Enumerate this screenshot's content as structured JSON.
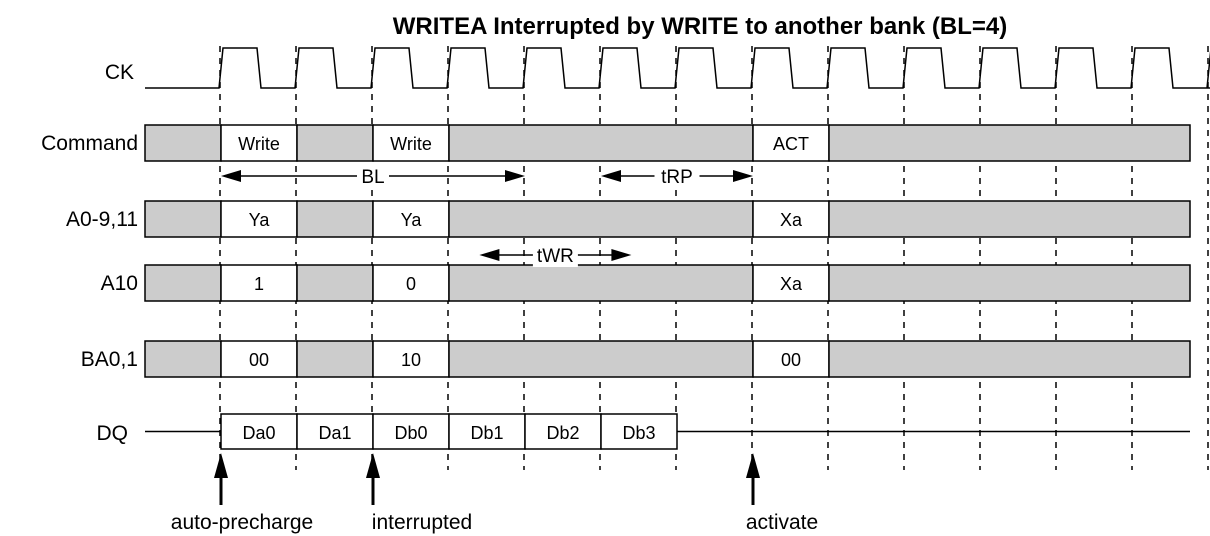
{
  "title": "WRITEA Interrupted by WRITE to another bank (BL=4)",
  "colors": {
    "fill": "#cccccc",
    "empty": "#ffffff",
    "ink": "#000000"
  },
  "clock": {
    "label": "CK",
    "rising_edges": 14
  },
  "signals": [
    {
      "id": "command",
      "label": "Command",
      "cells": [
        {
          "t0": 0,
          "t1": 1,
          "text": "",
          "fill": "gray"
        },
        {
          "t0": 1,
          "t1": 2,
          "text": "Write",
          "fill": "white"
        },
        {
          "t0": 2,
          "t1": 3,
          "text": "",
          "fill": "gray"
        },
        {
          "t0": 3,
          "t1": 4,
          "text": "Write",
          "fill": "white"
        },
        {
          "t0": 4,
          "t1": 8,
          "text": "",
          "fill": "gray"
        },
        {
          "t0": 8,
          "t1": 9,
          "text": "ACT",
          "fill": "white"
        },
        {
          "t0": 9,
          "t1": 14,
          "text": "",
          "fill": "gray"
        }
      ]
    },
    {
      "id": "address",
      "label": "A0-9,11",
      "cells": [
        {
          "t0": 0,
          "t1": 1,
          "text": "",
          "fill": "gray"
        },
        {
          "t0": 1,
          "t1": 2,
          "text": "Ya",
          "fill": "white"
        },
        {
          "t0": 2,
          "t1": 3,
          "text": "",
          "fill": "gray"
        },
        {
          "t0": 3,
          "t1": 4,
          "text": "Ya",
          "fill": "white"
        },
        {
          "t0": 4,
          "t1": 8,
          "text": "",
          "fill": "gray"
        },
        {
          "t0": 8,
          "t1": 9,
          "text": "Xa",
          "fill": "white"
        },
        {
          "t0": 9,
          "t1": 14,
          "text": "",
          "fill": "gray"
        }
      ]
    },
    {
      "id": "a10",
      "label": "A10",
      "cells": [
        {
          "t0": 0,
          "t1": 1,
          "text": "",
          "fill": "gray"
        },
        {
          "t0": 1,
          "t1": 2,
          "text": "1",
          "fill": "white"
        },
        {
          "t0": 2,
          "t1": 3,
          "text": "",
          "fill": "gray"
        },
        {
          "t0": 3,
          "t1": 4,
          "text": "0",
          "fill": "white"
        },
        {
          "t0": 4,
          "t1": 8,
          "text": "",
          "fill": "gray"
        },
        {
          "t0": 8,
          "t1": 9,
          "text": "Xa",
          "fill": "white"
        },
        {
          "t0": 9,
          "t1": 14,
          "text": "",
          "fill": "gray"
        }
      ]
    },
    {
      "id": "bank",
      "label": "BA0,1",
      "cells": [
        {
          "t0": 0,
          "t1": 1,
          "text": "",
          "fill": "gray"
        },
        {
          "t0": 1,
          "t1": 2,
          "text": "00",
          "fill": "white"
        },
        {
          "t0": 2,
          "t1": 3,
          "text": "",
          "fill": "gray"
        },
        {
          "t0": 3,
          "t1": 4,
          "text": "10",
          "fill": "white"
        },
        {
          "t0": 4,
          "t1": 8,
          "text": "",
          "fill": "gray"
        },
        {
          "t0": 8,
          "t1": 9,
          "text": "00",
          "fill": "white"
        },
        {
          "t0": 9,
          "t1": 14,
          "text": "",
          "fill": "gray"
        }
      ]
    }
  ],
  "dq": {
    "label": "DQ",
    "cells": [
      {
        "t0": 1,
        "t1": 2,
        "text": "Da0"
      },
      {
        "t0": 2,
        "t1": 3,
        "text": "Da1"
      },
      {
        "t0": 3,
        "t1": 4,
        "text": "Db0"
      },
      {
        "t0": 4,
        "t1": 5,
        "text": "Db1"
      },
      {
        "t0": 5,
        "t1": 6,
        "text": "Db2"
      },
      {
        "t0": 6,
        "t1": 7,
        "text": "Db3"
      }
    ]
  },
  "intervals": [
    {
      "id": "bl",
      "label": "BL",
      "from": 1,
      "to": 5,
      "below": "command"
    },
    {
      "id": "trp",
      "label": "tRP",
      "from": 6,
      "to": 8,
      "below": "command"
    },
    {
      "id": "twr",
      "label": "tWR",
      "from": 4.4,
      "to": 6.4,
      "below": "address"
    }
  ],
  "markers": [
    {
      "id": "auto-precharge",
      "label": "auto-precharge",
      "at": 1
    },
    {
      "id": "interrupted",
      "label": "interrupted",
      "at": 3
    },
    {
      "id": "activate",
      "label": "activate",
      "at": 8
    }
  ]
}
